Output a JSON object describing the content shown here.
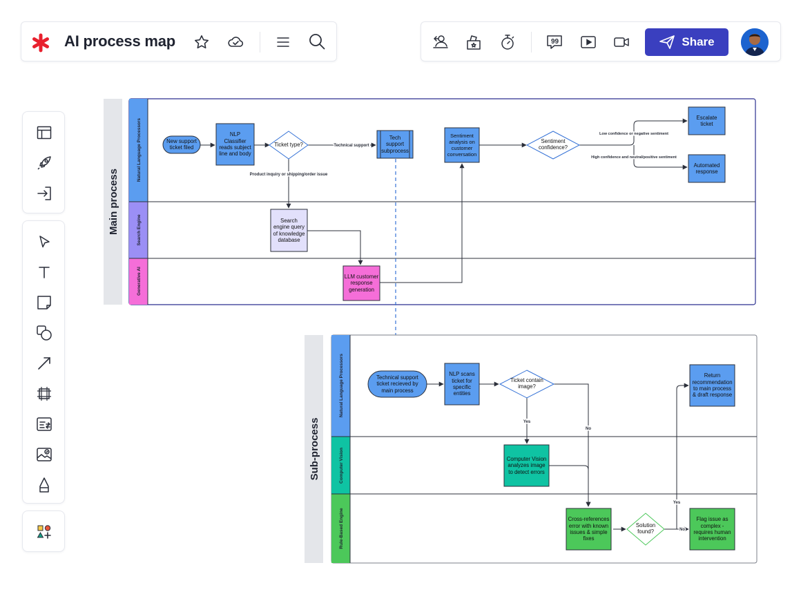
{
  "header": {
    "title": "AI process map",
    "share_label": "Share"
  },
  "icons": {
    "logo": "asterisk-logo-icon",
    "toolbar_left": [
      "star-icon",
      "cloud-check-icon",
      "menu-icon",
      "search-icon"
    ],
    "toolbar_right": [
      "user-share-icon",
      "ballot-icon",
      "timer-icon",
      "comment-icon",
      "present-icon",
      "video-icon"
    ],
    "sidebar": [
      "layout-icon",
      "rocket-icon",
      "import-icon",
      "pointer-icon",
      "text-icon",
      "sticky-note-icon",
      "shapes-icon",
      "line-icon",
      "frame-icon",
      "list-icon",
      "image-icon",
      "pen-icon",
      "more-shapes-icon"
    ]
  },
  "colors": {
    "accent": "#3a3fbf",
    "logo": "#e8212e",
    "process_blue": "#5b9df0",
    "search_purple": "#e2e0fb",
    "genai_pink": "#f56ed8",
    "cv_teal": "#0fc3a3",
    "rules_green": "#4cc85a"
  },
  "main_process": {
    "title": "Main process",
    "lanes": [
      "Natural Language Processors",
      "Search Engine",
      "Generative AI"
    ],
    "nodes": {
      "start": "New support ticket filed",
      "nlp": "NLP Classifier reads subject line and body",
      "ticket_type": "Ticket type?",
      "tech_sub": "Tech support subprocess",
      "sentiment": "Sentiment analysis on customer conversation",
      "confidence": "Sentiment confidence?",
      "escalate": "Escalate ticket",
      "automated": "Automated response",
      "search": "Search engine query of knowledge database",
      "llm": "LLM customer response generation"
    },
    "labels": {
      "technical": "Technical support",
      "product": "Product inquiry or shipping/order issue",
      "low": "Low confidence or negative sentiment",
      "high": "High confidence and neutral/positive sentiment"
    }
  },
  "sub_process": {
    "title": "Sub-process",
    "lanes": [
      "Natural Language Processors",
      "Computer Vision",
      "Rule-Based Engine"
    ],
    "nodes": {
      "start": "Technical support ticket recieved by main process",
      "nlp_scan": "NLP scans ticket for specific entities",
      "contain_image": "Ticket contain image?",
      "return_rec": "Return recommendation to main process & draft response",
      "cv": "Computer Vision analyzes image to detect errors",
      "cross_ref": "Cross-references error with known issues & simple fixes",
      "solution": "Solution found?",
      "flag": "Flag issue as complex - requires human intervention"
    },
    "labels": {
      "yes1": "Yes",
      "no1": "No",
      "yes2": "Yes",
      "no2": "No"
    }
  }
}
